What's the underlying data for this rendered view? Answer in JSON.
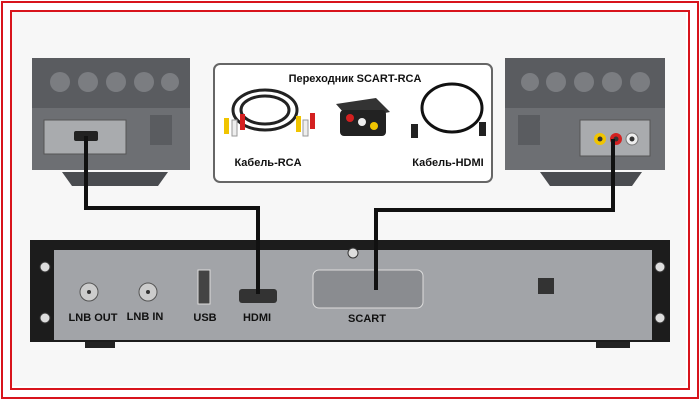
{
  "adapter_box": {
    "title": "Переходник SCART-RCA",
    "rca_cable_label": "Кабель-RCA",
    "hdmi_cable_label": "Кабель-HDMI"
  },
  "receiver_ports": {
    "lnb_out": "LNB OUT",
    "lnb_in": "LNB IN",
    "usb": "USB",
    "hdmi": "HDMI",
    "scart": "SCART"
  },
  "colors": {
    "frame": "#d8141c",
    "cable": "#111111",
    "device_gray": "#8e9094",
    "rca_yellow": "#f0c400",
    "rca_red": "#d42020",
    "rca_white": "#eeeeee"
  }
}
